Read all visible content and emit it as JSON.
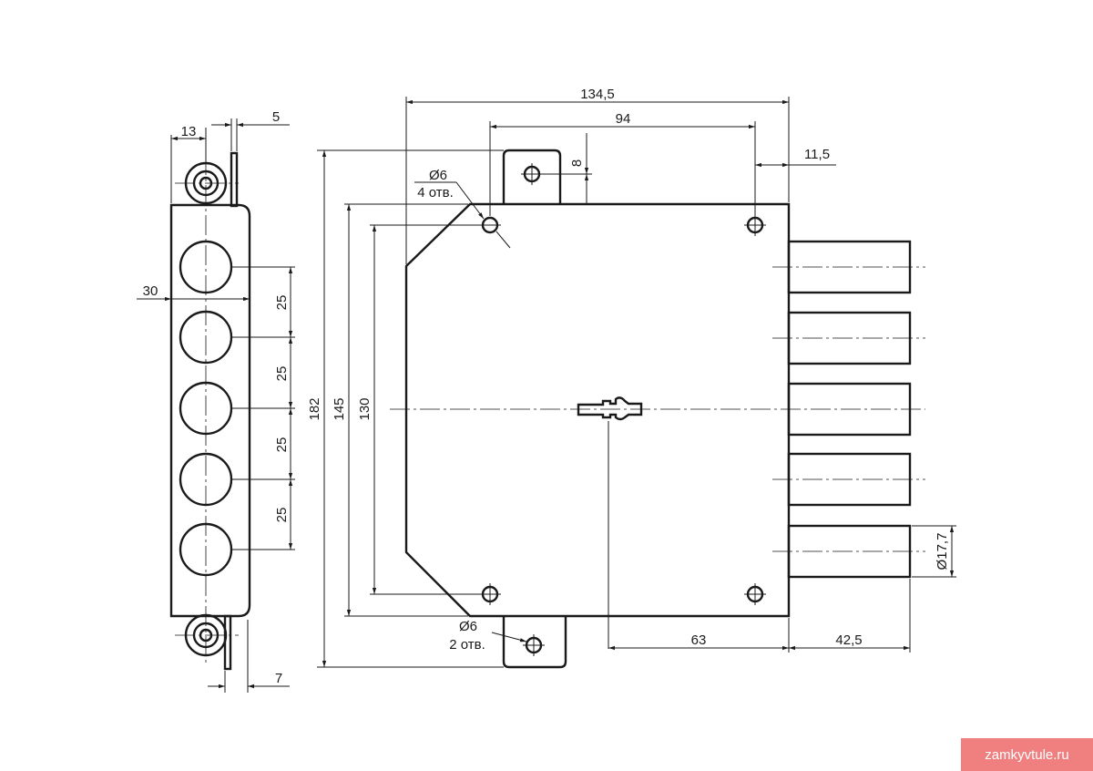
{
  "dimensions": {
    "d134_5": "134,5",
    "d94": "94",
    "d11_5": "11,5",
    "d8": "8",
    "d13": "13",
    "d5": "5",
    "d30": "30",
    "d25a": "25",
    "d25b": "25",
    "d25c": "25",
    "d25d": "25",
    "d182": "182",
    "d145": "145",
    "d130": "130",
    "d63": "63",
    "d42_5": "42,5",
    "d7": "7",
    "d17_7": "Ø17,7"
  },
  "hole_notes": {
    "top_diameter": "Ø6",
    "top_count": "4 отв.",
    "bottom_diameter": "Ø6",
    "bottom_count": "2 отв."
  },
  "watermark": "zamkyvtule.ru"
}
